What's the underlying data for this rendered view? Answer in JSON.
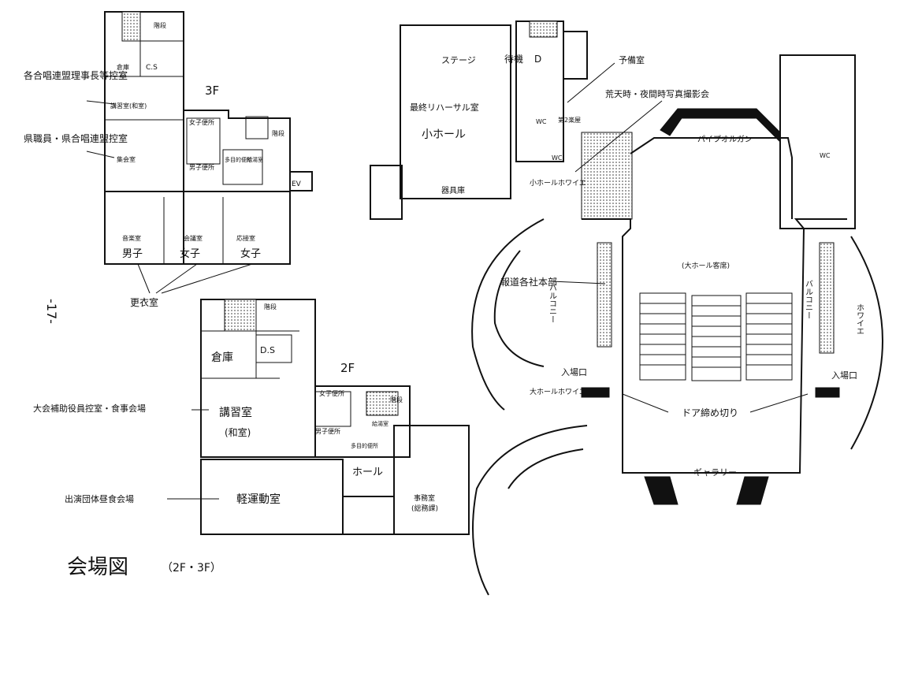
{
  "page_number": "-17-",
  "title": "会場図",
  "subtitle": "（2F・3F）",
  "floor3": {
    "floor_label": "3F",
    "stairs": "階段",
    "storage": "倉庫",
    "cs": "C.S",
    "tatami_room": "講習室(和室)",
    "meeting_room": "集会室",
    "womens_toilet": "女子便所",
    "mens_toilet": "男子便所",
    "multi_toilet": "多目的便所",
    "hot_water_room": "給湯室",
    "ev": "EV",
    "music_room": "音楽室",
    "music_room_use": "男子",
    "conference_room": "会議室",
    "conference_room_use": "女子",
    "reception_room": "応接室",
    "reception_room_use": "女子",
    "callout_chairman": "各合唱連盟理事長等控室",
    "callout_staff": "県職員・県合唱連盟控室",
    "callout_changing": "更衣室"
  },
  "floor2": {
    "floor_label": "2F",
    "stairs": "階段",
    "storage": "倉庫",
    "ds": "D.S",
    "tatami_room": "講習室",
    "tatami_sub": "(和室)",
    "womens_toilet": "女子便所",
    "mens_toilet": "男子便所",
    "hot_water_room": "給湯室",
    "multi_toilet": "多目的便所",
    "hall": "ホール",
    "gym": "軽運動室",
    "office": "事務室",
    "office_sub": "(総務課)",
    "callout_assistants": "大会補助役員控室・食事会場",
    "callout_lunch": "出演団体昼食会場"
  },
  "main": {
    "stage": "ステージ",
    "waiting": "待機",
    "waiting_d": "D",
    "spare_room": "予備室",
    "rehearsal": "最終リハーサル室",
    "small_hall": "小ホール",
    "wc": "WC",
    "dressing_2": "第2楽屋",
    "wc2": "WC",
    "wc3": "WC",
    "storage": "器具庫",
    "small_foyer": "小ホールホワイエ",
    "rain_photo": "荒天時・夜間時写真撮影会",
    "organ": "パイプオルガン",
    "seats": "(大ホール客席)",
    "press": "報道各社本部",
    "balcony_left": "バルコニー",
    "balcony_right": "バルコニー",
    "foyer_right": "ホワイエ",
    "entrance_left": "入場口",
    "entrance_right": "入場口",
    "big_foyer": "大ホールホワイエ",
    "door_cutoff": "ドア締め切り",
    "gallery": "ギャラリー"
  }
}
